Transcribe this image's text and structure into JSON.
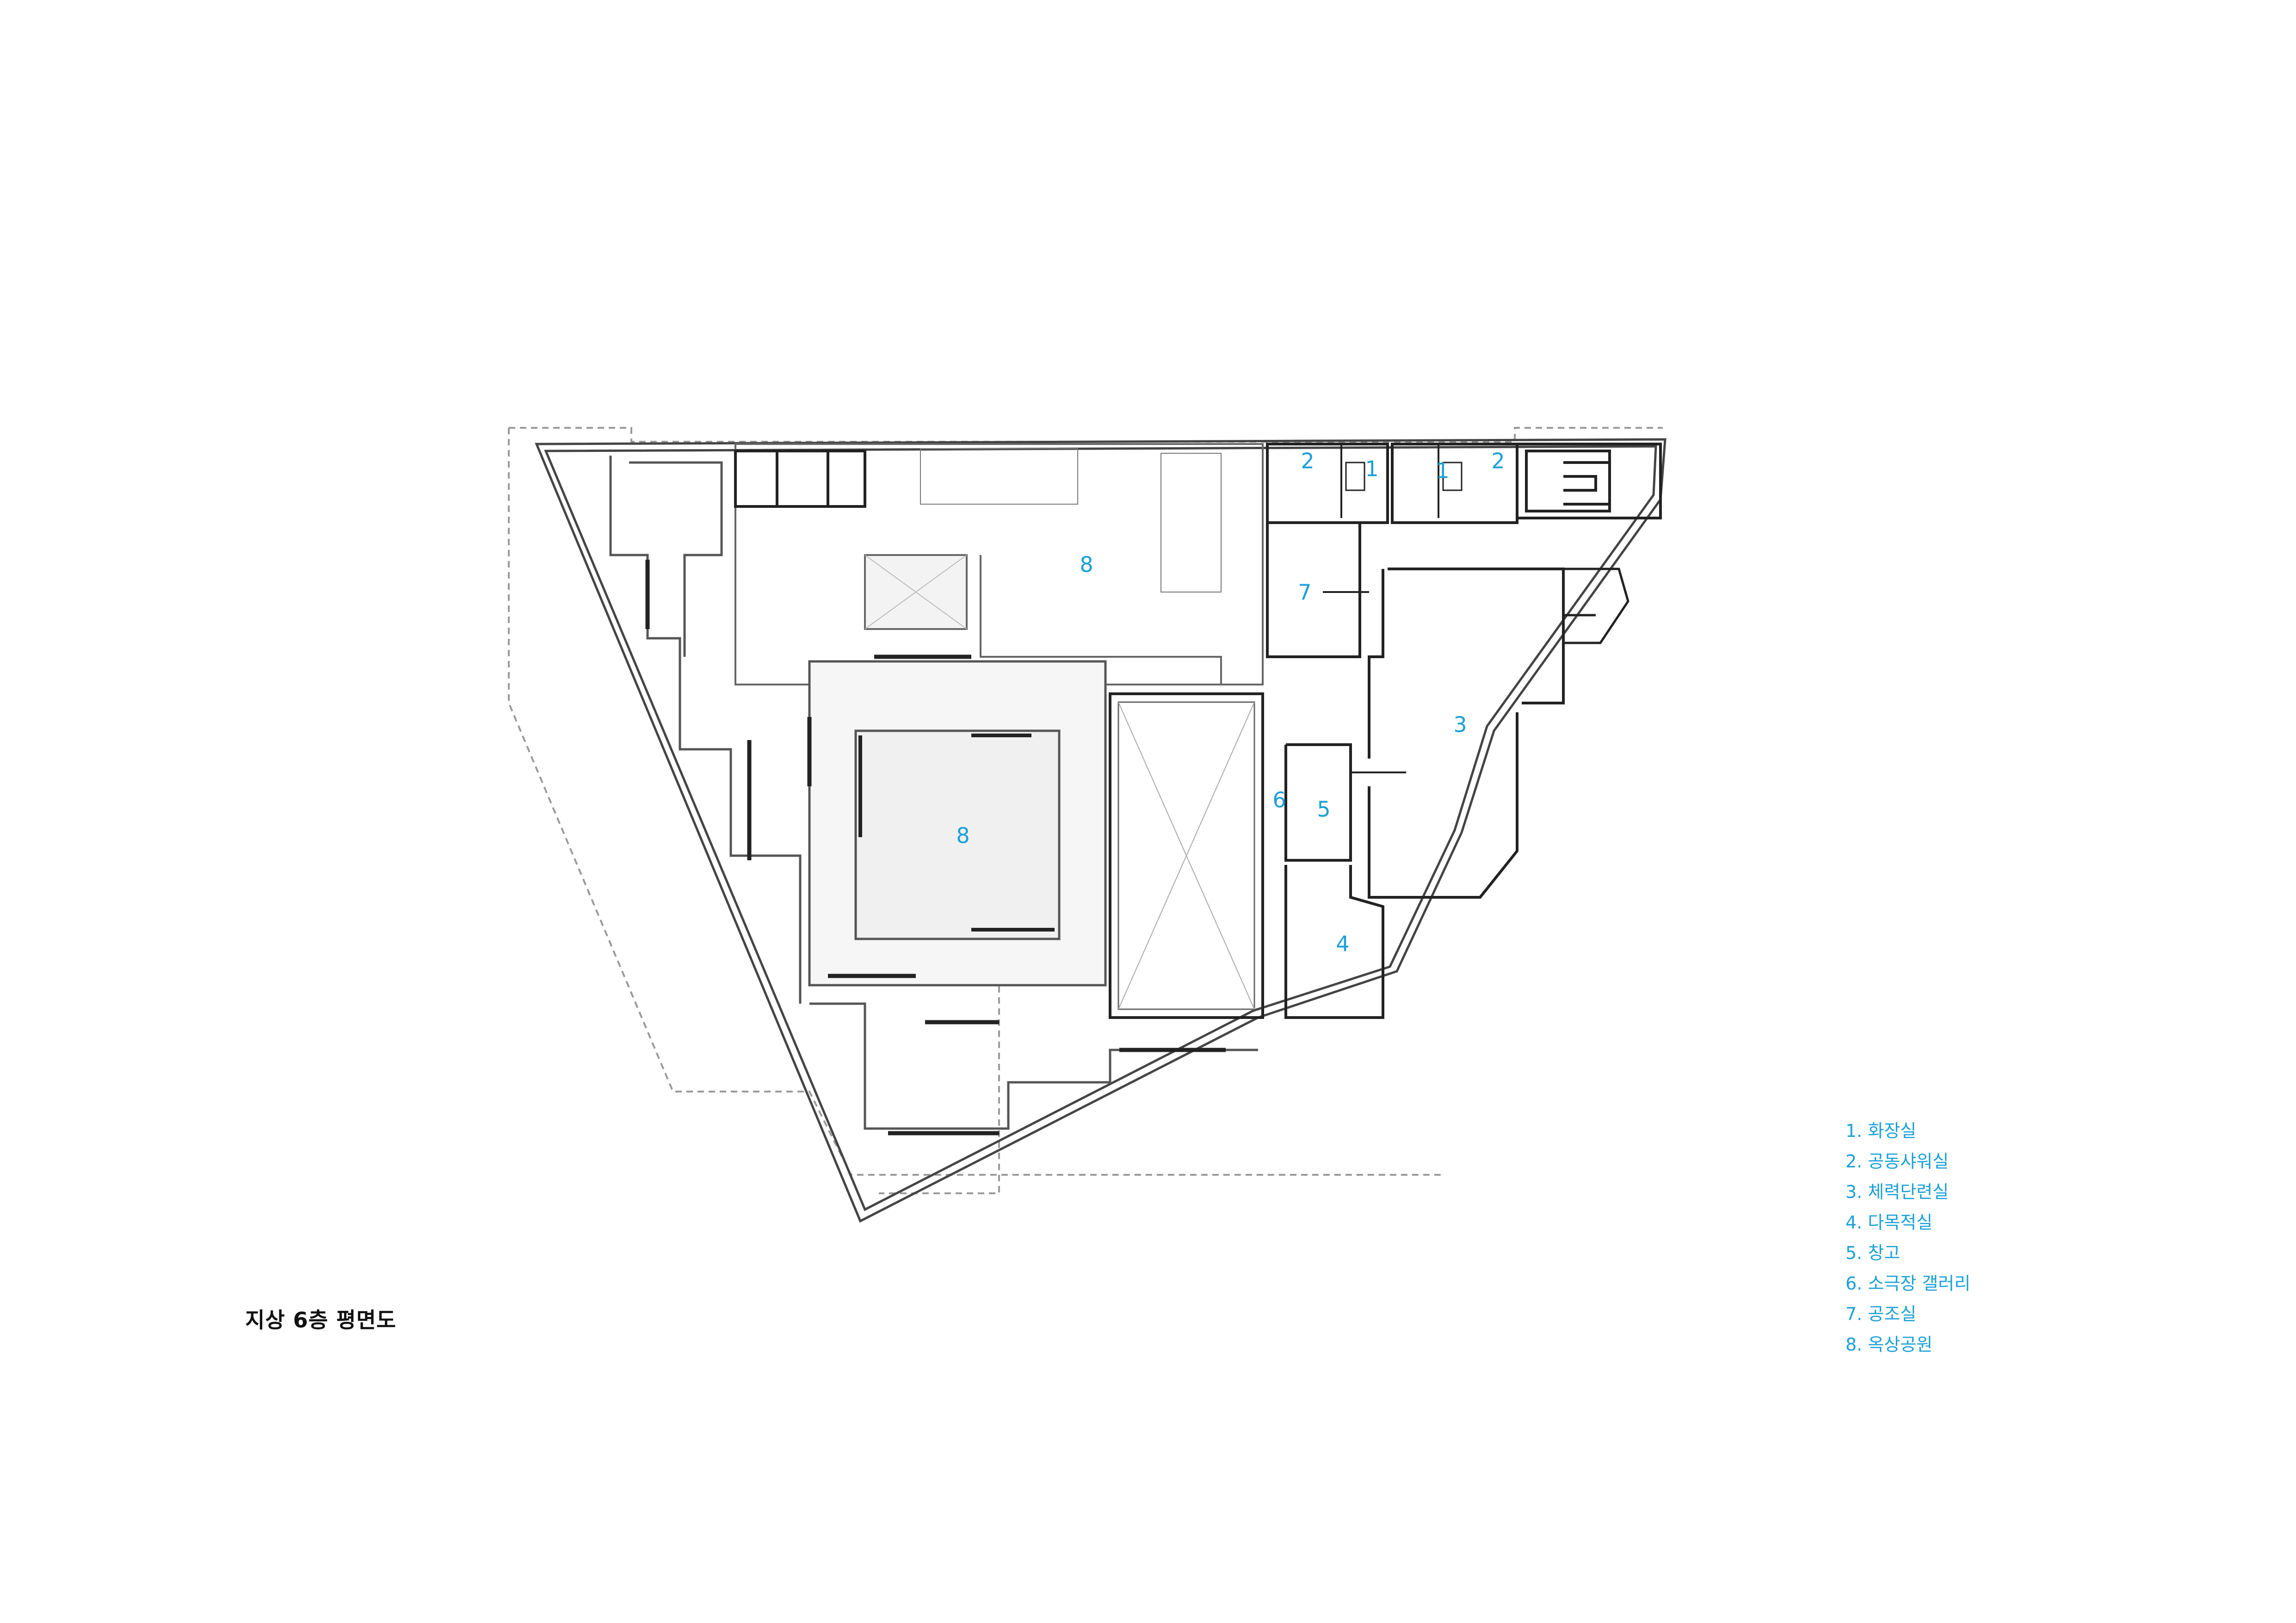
{
  "title": "지상 6층 평면도",
  "legend": [
    {
      "num": "1.",
      "label": "화장실"
    },
    {
      "num": "2.",
      "label": "공동샤워실"
    },
    {
      "num": "3.",
      "label": "체력단련실"
    },
    {
      "num": "4.",
      "label": "다목적실"
    },
    {
      "num": "5.",
      "label": "창고"
    },
    {
      "num": "6.",
      "label": "소극장 갤러리"
    },
    {
      "num": "7.",
      "label": "공조실"
    },
    {
      "num": "8.",
      "label": "옥상공원"
    }
  ],
  "room_labels": {
    "restroom_a": "1",
    "restroom_b": "1",
    "shower_a": "2",
    "shower_b": "2",
    "fitness": "3",
    "multipurpose": "4",
    "storage": "5",
    "gallery": "6",
    "mechanical": "7",
    "rooftop_upper": "8",
    "rooftop_center": "8"
  },
  "colors": {
    "label": "#1aa0d8",
    "wall": "#222222",
    "line": "#8a8a8a",
    "fill": "#f3f3f3"
  }
}
